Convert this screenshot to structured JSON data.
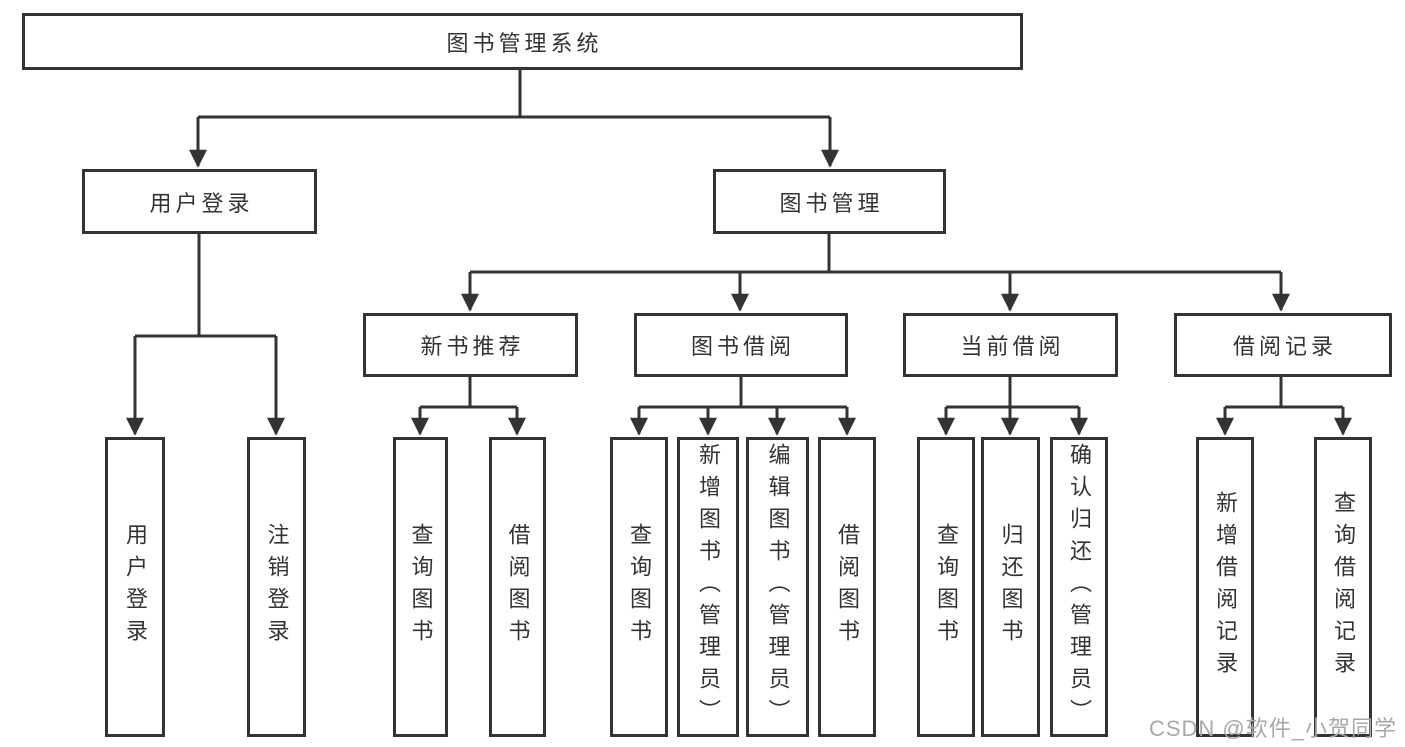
{
  "tree": {
    "root": "图书管理系统",
    "branches": [
      {
        "label": "用户登录",
        "children": [
          "用户登录",
          "注销登录"
        ]
      },
      {
        "label": "图书管理",
        "sections": [
          {
            "label": "新书推荐",
            "children": [
              "查询图书",
              "借阅图书"
            ]
          },
          {
            "label": "图书借阅",
            "children": [
              "查询图书",
              "新增图书（管理员）",
              "编辑图书（管理员）",
              "借阅图书"
            ]
          },
          {
            "label": "当前借阅",
            "children": [
              "查询图书",
              "归还图书",
              "确认归还（管理员）"
            ]
          },
          {
            "label": "借阅记录",
            "children": [
              "新增借阅记录",
              "查询借阅记录"
            ]
          }
        ]
      }
    ]
  },
  "watermark": "CSDN @软件_小贺同学",
  "colors": {
    "line": "#333333",
    "box_border": "#333333",
    "text": "#333333",
    "box_background": "#ffffff",
    "page_background": "#ffffff",
    "watermark": "#a8a8a8"
  }
}
